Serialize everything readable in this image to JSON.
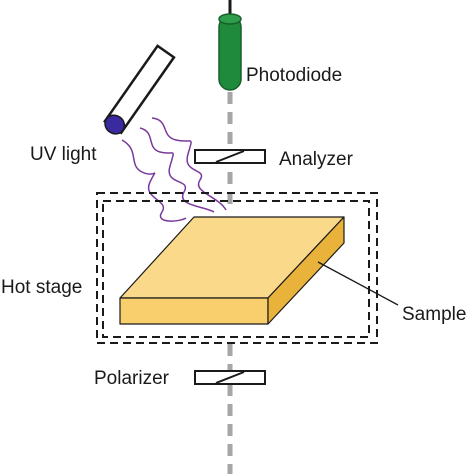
{
  "labels": {
    "photodiode": "Photodiode",
    "uv_light": "UV light",
    "analyzer": "Analyzer",
    "hot_stage": "Hot stage",
    "sample": "Sample",
    "polarizer": "Polarizer"
  },
  "colors": {
    "photodiode_body": "#1f8a3c",
    "photodiode_cap": "#2f9e4a",
    "uv_lamp_tip": "#3a2aa0",
    "uv_wave": "#7a3a9a",
    "sample_top": "#fbd98a",
    "sample_front": "#f8cf6c",
    "sample_side": "#e9b33b",
    "optical_axis": "#a6a6a6",
    "outline": "#1a1a1a"
  }
}
